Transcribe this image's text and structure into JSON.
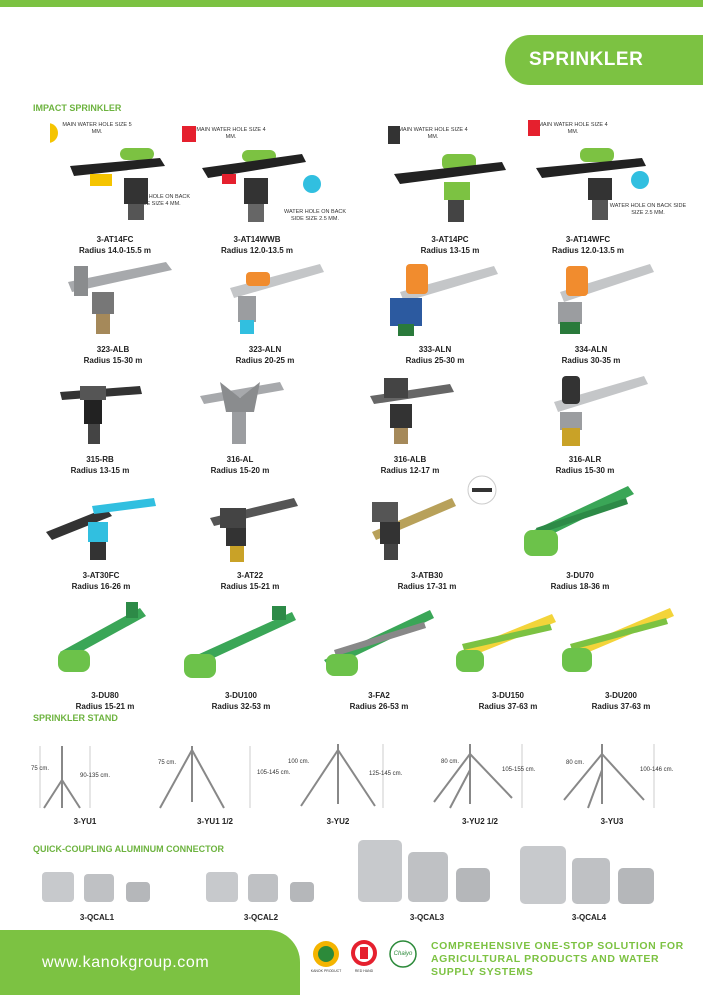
{
  "header": {
    "title": "SPRINKLER"
  },
  "sections": {
    "impact": "IMPACT SPRINKLER",
    "stand": "SPRINKLER STAND",
    "connector": "QUICK-COUPLING ALUMINUM CONNECTOR"
  },
  "notes": {
    "n1": "MAIN WATER HOLE SIZE 5 MM.",
    "n2": "WATER HOLE ON BACK SIDE SIZE 4 MM.",
    "n3": "MAIN WATER HOLE SIZE 4 MM.",
    "n4": "WATER HOLE ON BACK SIDE SIZE 2.5 MM.",
    "n5": "MAIN WATER HOLE Size 4 mm.",
    "n6": "MAIN WATER HOLE SIZE 4 MM.",
    "n7": "WATER HOLE ON BACK SIDE SIZE 2.5 MM."
  },
  "products": [
    {
      "code": "3-AT14FC",
      "radius": "Radius 14.0-15.5 m"
    },
    {
      "code": "3-AT14WWB",
      "radius": "Radius 12.0-13.5 m"
    },
    {
      "code": "3-AT14PC",
      "radius": "Radius 13-15 m"
    },
    {
      "code": "3-AT14WFC",
      "radius": "Radius 12.0-13.5 m"
    },
    {
      "code": "323-ALB",
      "radius": "Radius 15-30 m"
    },
    {
      "code": "323-ALN",
      "radius": "Radius 20-25 m"
    },
    {
      "code": "333-ALN",
      "radius": "Radius 25-30 m"
    },
    {
      "code": "334-ALN",
      "radius": "Radius 30-35 m"
    },
    {
      "code": "315-RB",
      "radius": "Radius 13-15 m"
    },
    {
      "code": "316-AL",
      "radius": "Radius 15-20 m"
    },
    {
      "code": "316-ALB",
      "radius": "Radius 12-17 m"
    },
    {
      "code": "316-ALR",
      "radius": "Radius 15-30 m"
    },
    {
      "code": "3-AT30FC",
      "radius": "Radius 16-26 m"
    },
    {
      "code": "3-AT22",
      "radius": "Radius 15-21 m"
    },
    {
      "code": "3-ATB30",
      "radius": "Radius 17-31 m"
    },
    {
      "code": "3-DU70",
      "radius": "Radius 18-36 m"
    },
    {
      "code": "3-DU80",
      "radius": "Radius 15-21 m"
    },
    {
      "code": "3-DU100",
      "radius": "Radius 32-53 m"
    },
    {
      "code": "3-FA2",
      "radius": "Radius 26-53 m"
    },
    {
      "code": "3-DU150",
      "radius": "Radius 37-63 m"
    },
    {
      "code": "3-DU200",
      "radius": "Radius 37-63 m"
    }
  ],
  "stands": [
    {
      "code": "3-YU1",
      "h": "75 cm.",
      "w": "90-135 cm."
    },
    {
      "code": "3-YU1 1/2",
      "h": "75 cm.",
      "w": "105-145 cm."
    },
    {
      "code": "3-YU2",
      "h": "100 cm.",
      "w": "125-145 cm."
    },
    {
      "code": "3-YU2 1/2",
      "h": "80 cm.",
      "w": "105-155 cm."
    },
    {
      "code": "3-YU3",
      "h": "80 cm.",
      "w": "100-146 cm."
    }
  ],
  "connectors": [
    "3-QCAL1",
    "3-QCAL2",
    "3-QCAL3",
    "3-QCAL4"
  ],
  "footer": {
    "website": "www.kanokgroup.com",
    "tagline": "COMPREHENSIVE ONE-STOP SOLUTION FOR AGRICULTURAL PRODUCTS AND WATER SUPPLY SYSTEMS",
    "logos": [
      "KANOK PRODUCT",
      "RED HAND",
      "Chaiyo"
    ]
  },
  "colors": {
    "brand_green": "#7cc242",
    "section_green": "#6db33f"
  }
}
